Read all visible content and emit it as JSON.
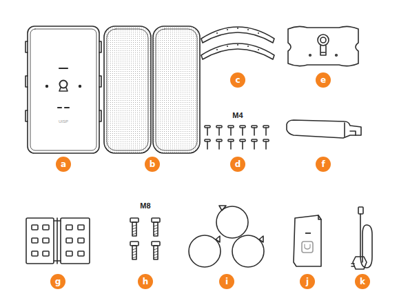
{
  "diagram": {
    "nodes": [
      {
        "text": [
          "a"
        ]
      },
      {
        "text": [
          "b"
        ]
      },
      {
        "text": [
          "c"
        ]
      },
      {
        "text": [
          "d"
        ]
      },
      {
        "text": [
          "e"
        ]
      },
      {
        "text": [
          "f"
        ]
      },
      {
        "text": [
          "g"
        ]
      },
      {
        "text": [
          "h"
        ]
      },
      {
        "text": [
          "i"
        ]
      },
      {
        "text": [
          "j"
        ]
      },
      {
        "text": [
          "k"
        ]
      }
    ],
    "edges": [],
    "labels": [
      "M4",
      "M8",
      "UISP"
    ]
  }
}
